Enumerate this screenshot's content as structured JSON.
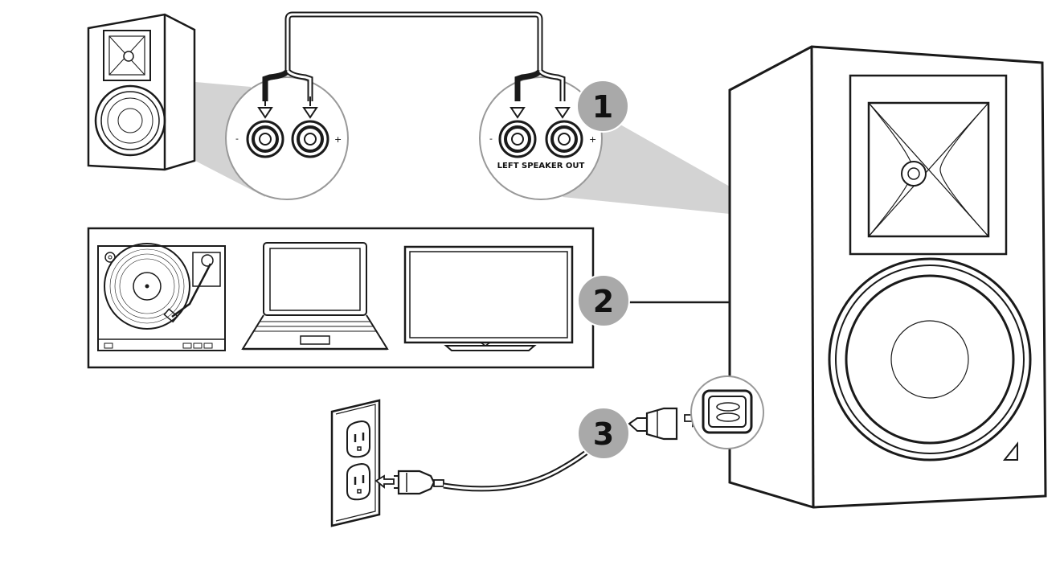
{
  "connector_label": "LEFT SPEAKER OUT",
  "polarity": {
    "negative": "-",
    "positive": "+"
  },
  "steps": [
    {
      "number": "1",
      "meaning": "speaker-wire"
    },
    {
      "number": "2",
      "meaning": "source-device"
    },
    {
      "number": "3",
      "meaning": "power"
    }
  ],
  "colors": {
    "line": "#1a1a1a",
    "badge_fill": "#a9a9a9",
    "callout_fill": "#cfcfcf",
    "circle_fill": "#ffffff"
  }
}
